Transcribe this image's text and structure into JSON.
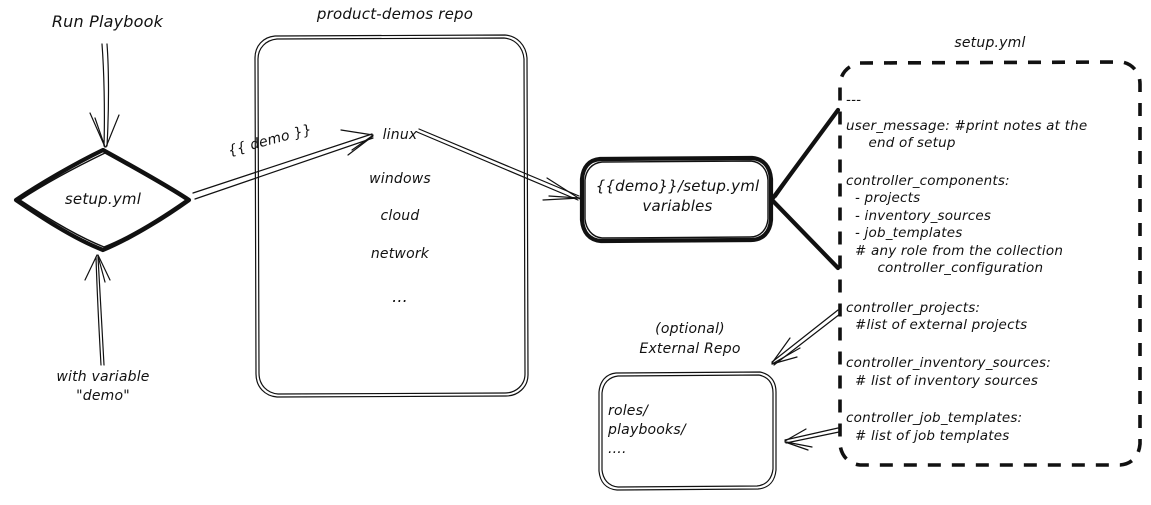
{
  "diagram": {
    "title": "Ansible product-demos setup.yml flow",
    "style": "hand-drawn sketch",
    "stroke_color": "#111111",
    "background_color": "#ffffff"
  },
  "nodes": {
    "run_playbook_label": "Run Playbook",
    "setup_diamond": "setup.yml",
    "with_variable_caption_line1": "with variable",
    "with_variable_caption_line2": "\"demo\"",
    "repo_title": "product-demos repo",
    "repo_items": [
      "linux",
      "windows",
      "cloud",
      "network",
      "..."
    ],
    "demo_edge_label": "{{ demo }}",
    "variables_box_line1": "{{demo}}/setup.yml",
    "variables_box_line2": "variables",
    "external_repo_caption_line1": "(optional)",
    "external_repo_caption_line2": "External Repo",
    "external_repo_items": [
      "roles/",
      "playbooks/",
      "...."
    ],
    "setup_yml_title": "setup.yml"
  },
  "setup_yml_content": {
    "blocks": [
      {
        "name": "document-start",
        "lines": [
          "---"
        ]
      },
      {
        "name": "user-message",
        "lines": [
          "user_message: #print notes at the",
          "     end of setup"
        ]
      },
      {
        "name": "controller-components",
        "lines": [
          "controller_components:",
          "  - projects",
          "  - inventory_sources",
          "  - job_templates",
          "  # any role from the collection",
          "       controller_configuration"
        ]
      },
      {
        "name": "controller-projects",
        "lines": [
          "controller_projects:",
          "  #list of external projects"
        ]
      },
      {
        "name": "controller-inventory-sources",
        "lines": [
          "controller_inventory_sources:",
          "  # list of inventory sources"
        ]
      },
      {
        "name": "controller-job-templates",
        "lines": [
          "controller_job_templates:",
          "  # list of job templates"
        ]
      }
    ]
  }
}
